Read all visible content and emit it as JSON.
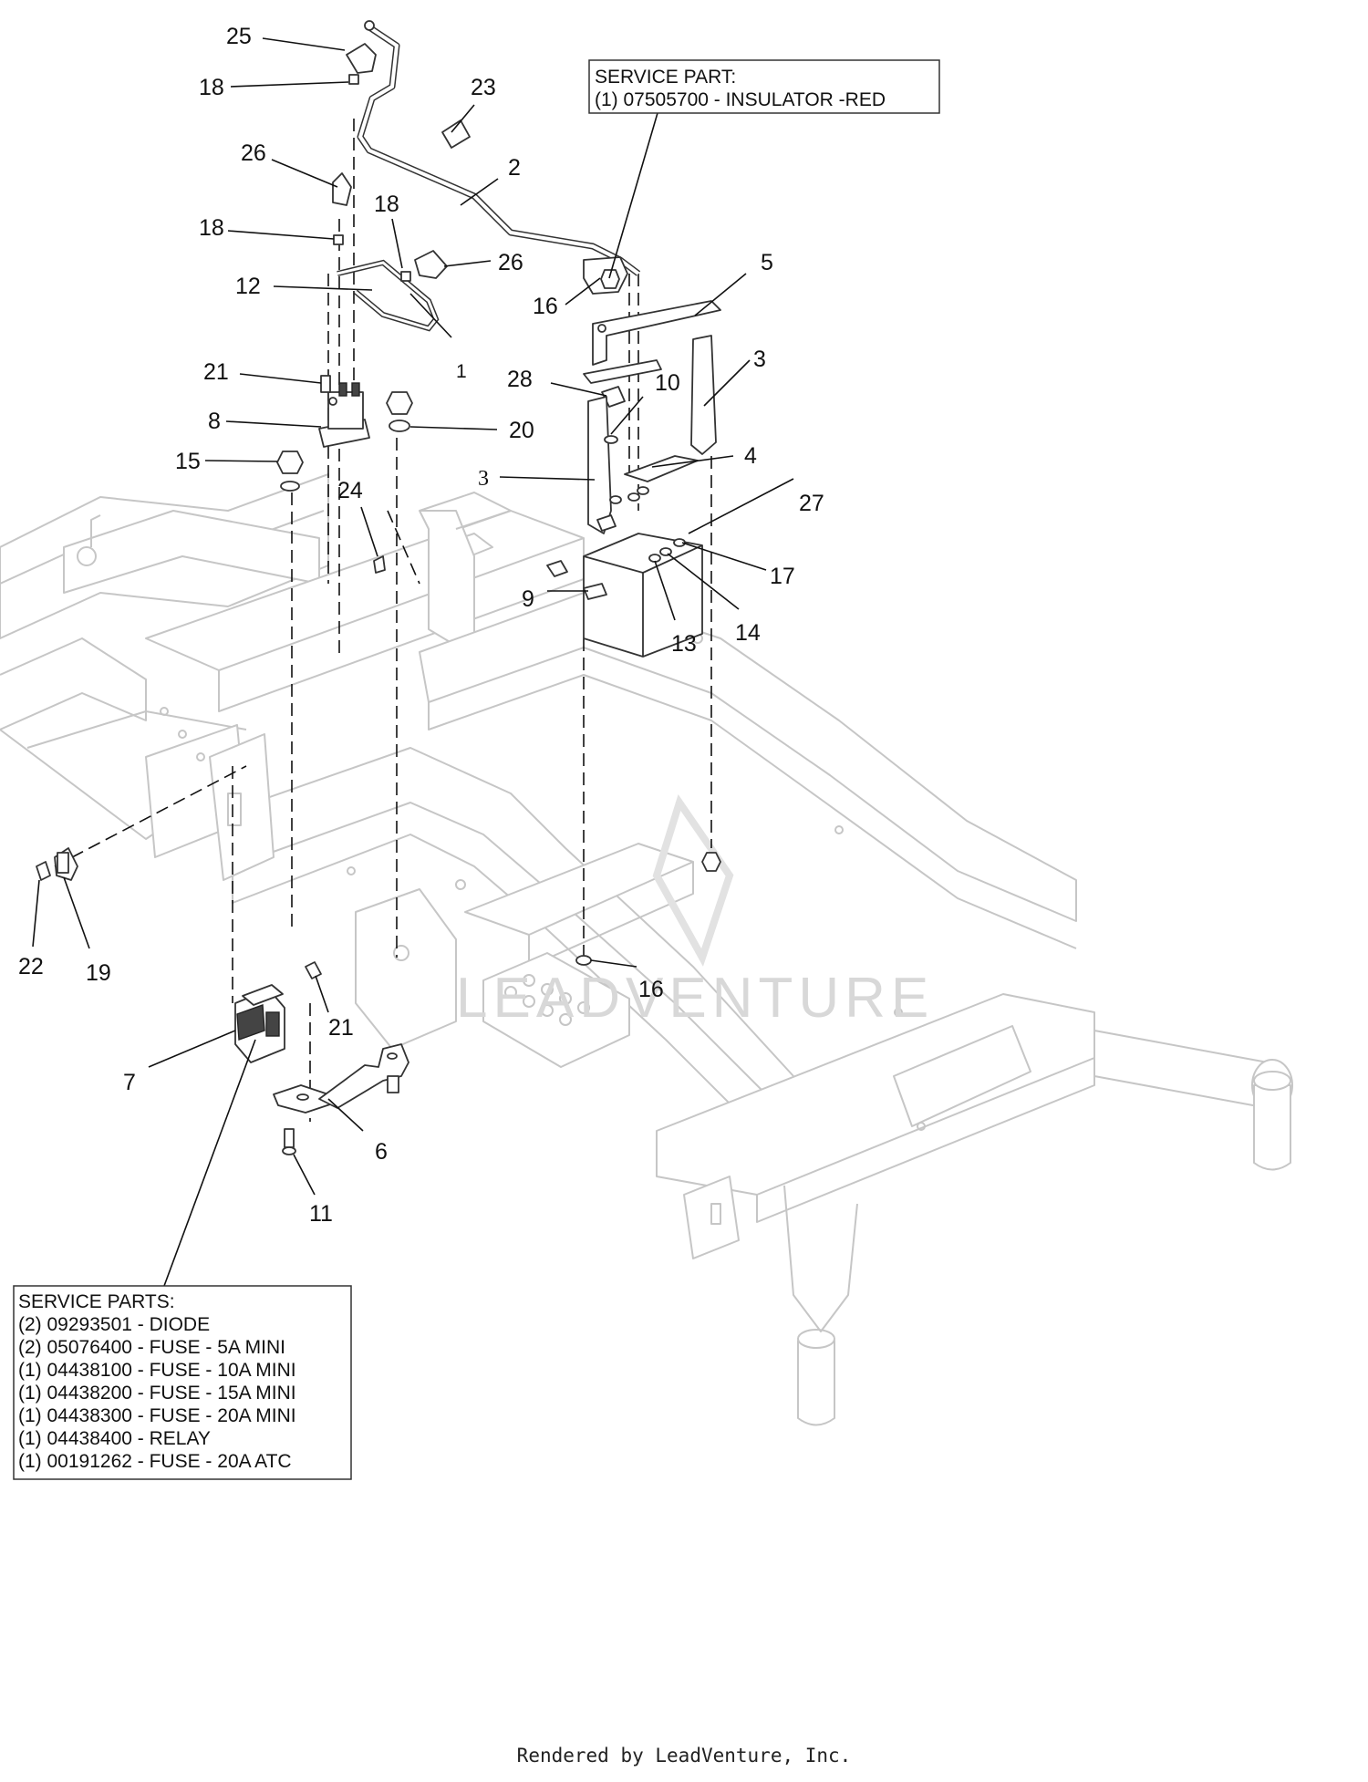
{
  "callouts": [
    {
      "id": "c25",
      "label": "25"
    },
    {
      "id": "c18a",
      "label": "18"
    },
    {
      "id": "c23",
      "label": "23"
    },
    {
      "id": "c26a",
      "label": "26"
    },
    {
      "id": "c2",
      "label": "2"
    },
    {
      "id": "c18b",
      "label": "18"
    },
    {
      "id": "c18c",
      "label": "18"
    },
    {
      "id": "c26b",
      "label": "26"
    },
    {
      "id": "c12",
      "label": "12"
    },
    {
      "id": "c1",
      "label": "1"
    },
    {
      "id": "c5",
      "label": "5"
    },
    {
      "id": "c16a",
      "label": "16"
    },
    {
      "id": "c21a",
      "label": "21"
    },
    {
      "id": "c28",
      "label": "28"
    },
    {
      "id": "c10",
      "label": "10"
    },
    {
      "id": "c3a",
      "label": "3"
    },
    {
      "id": "c8",
      "label": "8"
    },
    {
      "id": "c20",
      "label": "20"
    },
    {
      "id": "c15",
      "label": "15"
    },
    {
      "id": "c4",
      "label": "4"
    },
    {
      "id": "c3b",
      "label": "3"
    },
    {
      "id": "c24",
      "label": "24"
    },
    {
      "id": "c27",
      "label": "27"
    },
    {
      "id": "c17",
      "label": "17"
    },
    {
      "id": "c9",
      "label": "9"
    },
    {
      "id": "c14",
      "label": "14"
    },
    {
      "id": "c13",
      "label": "13"
    },
    {
      "id": "c16b",
      "label": "16"
    },
    {
      "id": "c22",
      "label": "22"
    },
    {
      "id": "c19",
      "label": "19"
    },
    {
      "id": "c21b",
      "label": "21"
    },
    {
      "id": "c7",
      "label": "7"
    },
    {
      "id": "c6",
      "label": "6"
    },
    {
      "id": "c11",
      "label": "11"
    }
  ],
  "service_part_box": {
    "lines": [
      "SERVICE PART:",
      "(1) 07505700 - INSULATOR -RED"
    ]
  },
  "service_parts_box": {
    "lines": [
      "SERVICE PARTS:",
      "(2) 09293501 - DIODE",
      "(2) 05076400 - FUSE - 5A MINI",
      "(1) 04438100 - FUSE - 10A MINI",
      "(1) 04438200 - FUSE - 15A MINI",
      "(1) 04438300 - FUSE - 20A MINI",
      "(1) 04438400 - RELAY",
      "(1) 00191262 - FUSE - 20A ATC"
    ]
  },
  "watermark": "LEADVENTURE",
  "footer": "Rendered by LeadVenture, Inc."
}
